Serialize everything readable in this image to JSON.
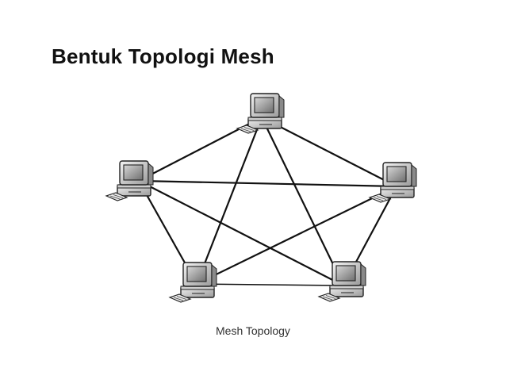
{
  "slide": {
    "title": "Bentuk Topologi Mesh"
  },
  "diagram": {
    "caption": "Mesh Topology",
    "nodes": [
      {
        "id": "top",
        "icon": "computer-icon"
      },
      {
        "id": "left",
        "icon": "computer-icon"
      },
      {
        "id": "right",
        "icon": "computer-icon"
      },
      {
        "id": "bottom-left",
        "icon": "computer-icon"
      },
      {
        "id": "bottom-right",
        "icon": "computer-icon"
      }
    ],
    "links": [
      [
        "top",
        "left"
      ],
      [
        "top",
        "right"
      ],
      [
        "top",
        "bottom-left"
      ],
      [
        "top",
        "bottom-right"
      ],
      [
        "left",
        "right"
      ],
      [
        "left",
        "bottom-left"
      ],
      [
        "left",
        "bottom-right"
      ],
      [
        "right",
        "bottom-left"
      ],
      [
        "right",
        "bottom-right"
      ],
      [
        "bottom-left",
        "bottom-right"
      ]
    ]
  }
}
